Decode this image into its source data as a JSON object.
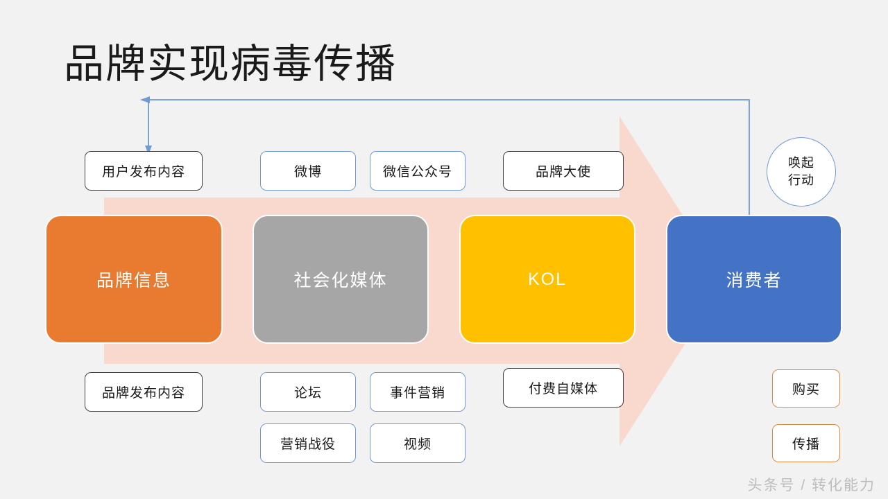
{
  "slide": {
    "title": "品牌实现病毒传播",
    "background_color": "#f2f2f2",
    "watermark": "头条号 / 转化能力"
  },
  "colors": {
    "brand_orange": "#E87B30",
    "social_gray": "#A6A6A6",
    "kol_yellow": "#FFC000",
    "consumer_blue": "#4472C4",
    "process_arrow_pink": "#F9D8CE",
    "connector_blue": "#6F9AD4",
    "pill_border_dark": "#404040",
    "pill_border_blue": "#6F9AD4",
    "pill_border_orange": "#E08B3F"
  },
  "stages": [
    {
      "label": "品牌信息",
      "color": "#E87B30"
    },
    {
      "label": "社会化媒体",
      "color": "#A6A6A6"
    },
    {
      "label": "KOL",
      "color": "#FFC000"
    },
    {
      "label": "消费者",
      "color": "#4472C4"
    }
  ],
  "top_tags": [
    {
      "label": "用户发布内容",
      "border": "dark"
    },
    {
      "label": "微博",
      "border": "blue"
    },
    {
      "label": "微信公众号",
      "border": "blue"
    },
    {
      "label": "品牌大使",
      "border": "dark"
    }
  ],
  "bottom_tags": [
    {
      "label": "品牌发布内容",
      "border": "dark"
    },
    {
      "label": "论坛",
      "border": "blue"
    },
    {
      "label": "事件营销",
      "border": "blue"
    },
    {
      "label": "付费自媒体",
      "border": "dark"
    }
  ],
  "bottom_tags_row2": [
    {
      "label": "营销战役",
      "border": "blue"
    },
    {
      "label": "视频",
      "border": "blue"
    }
  ],
  "cta": {
    "line1": "唤起",
    "line2": "行动"
  },
  "outcomes": [
    {
      "label": "购买",
      "border": "orange"
    },
    {
      "label": "传播",
      "border": "orange"
    }
  ]
}
